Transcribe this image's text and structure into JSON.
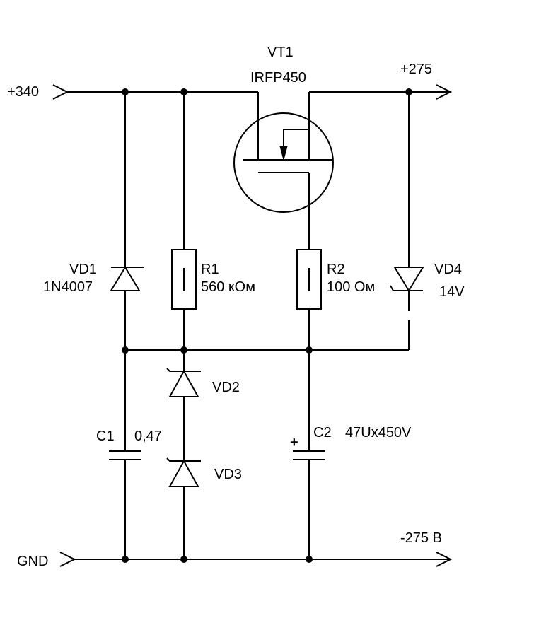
{
  "terminals": {
    "in_pos": "+340",
    "out_pos": "+275",
    "gnd": "GND",
    "out_neg": "-275 В"
  },
  "components": {
    "vt1": {
      "ref": "VT1",
      "value": "IRFP450"
    },
    "vd1": {
      "ref": "VD1",
      "value": "1N4007"
    },
    "r1": {
      "ref": "R1",
      "value": "560 кОм"
    },
    "r2": {
      "ref": "R2",
      "value": "100 Ом"
    },
    "vd4": {
      "ref": "VD4",
      "value": "14V"
    },
    "vd2": {
      "ref": "VD2"
    },
    "vd3": {
      "ref": "VD3"
    },
    "c1": {
      "ref": "C1",
      "value": "0,47"
    },
    "c2": {
      "ref": "C2",
      "value": "47Ux450V",
      "polarity": "+"
    }
  }
}
